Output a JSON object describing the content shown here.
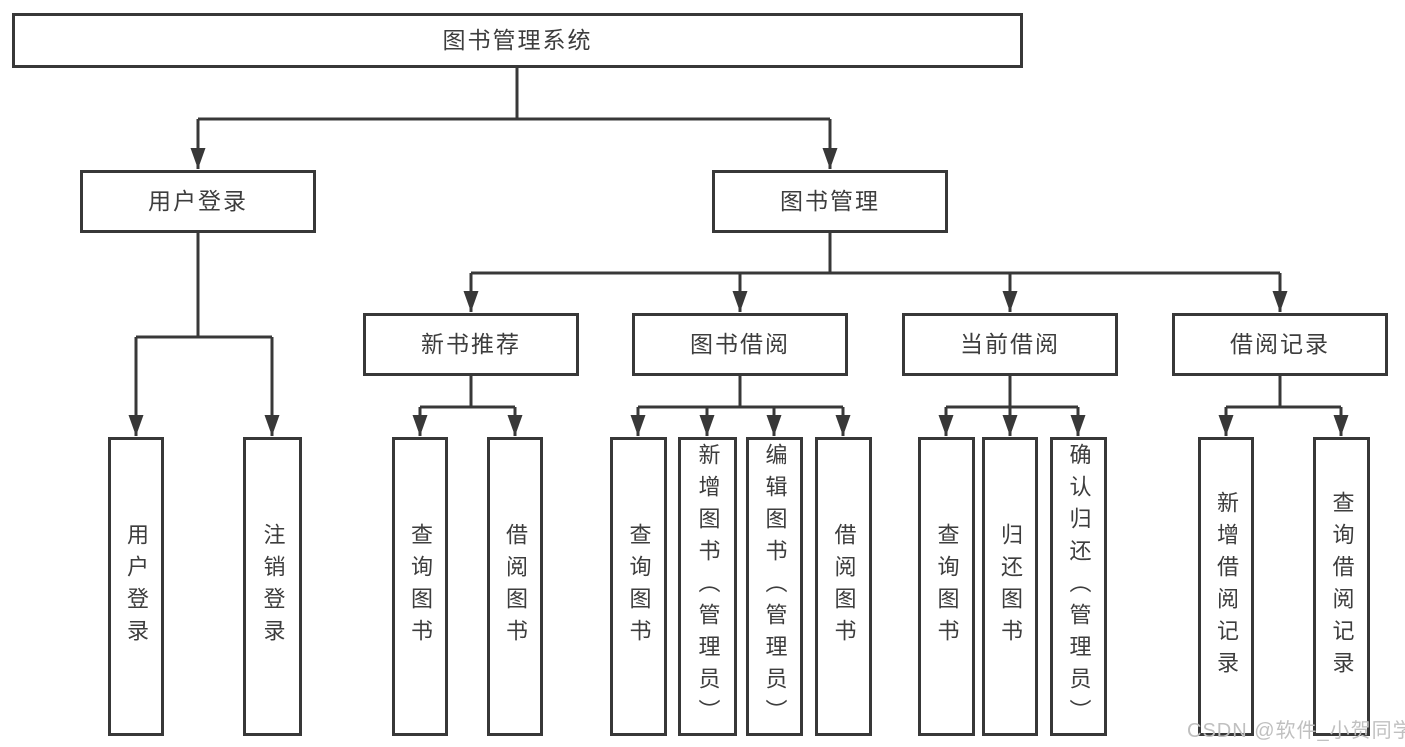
{
  "root": {
    "label": "图书管理系统"
  },
  "user_login": {
    "label": "用户登录",
    "children": [
      {
        "label": "用户登录"
      },
      {
        "label": "注销登录"
      }
    ]
  },
  "book_mgmt": {
    "label": "图书管理",
    "sections": [
      {
        "label": "新书推荐",
        "children": [
          {
            "label": "查询图书"
          },
          {
            "label": "借阅图书"
          }
        ]
      },
      {
        "label": "图书借阅",
        "children": [
          {
            "label": "查询图书"
          },
          {
            "label": "新增图书（管理员）"
          },
          {
            "label": "编辑图书（管理员）"
          },
          {
            "label": "借阅图书"
          }
        ]
      },
      {
        "label": "当前借阅",
        "children": [
          {
            "label": "查询图书"
          },
          {
            "label": "归还图书"
          },
          {
            "label": "确认归还（管理员）"
          }
        ]
      },
      {
        "label": "借阅记录",
        "children": [
          {
            "label": "新增借阅记录"
          },
          {
            "label": "查询借阅记录"
          }
        ]
      }
    ]
  },
  "watermark": {
    "text": "CSDN @软件_小贺同学"
  },
  "colors": {
    "line": "#383838",
    "text": "#3d3d3d",
    "watermark": "#c0c0c0",
    "background": "#ffffff"
  }
}
